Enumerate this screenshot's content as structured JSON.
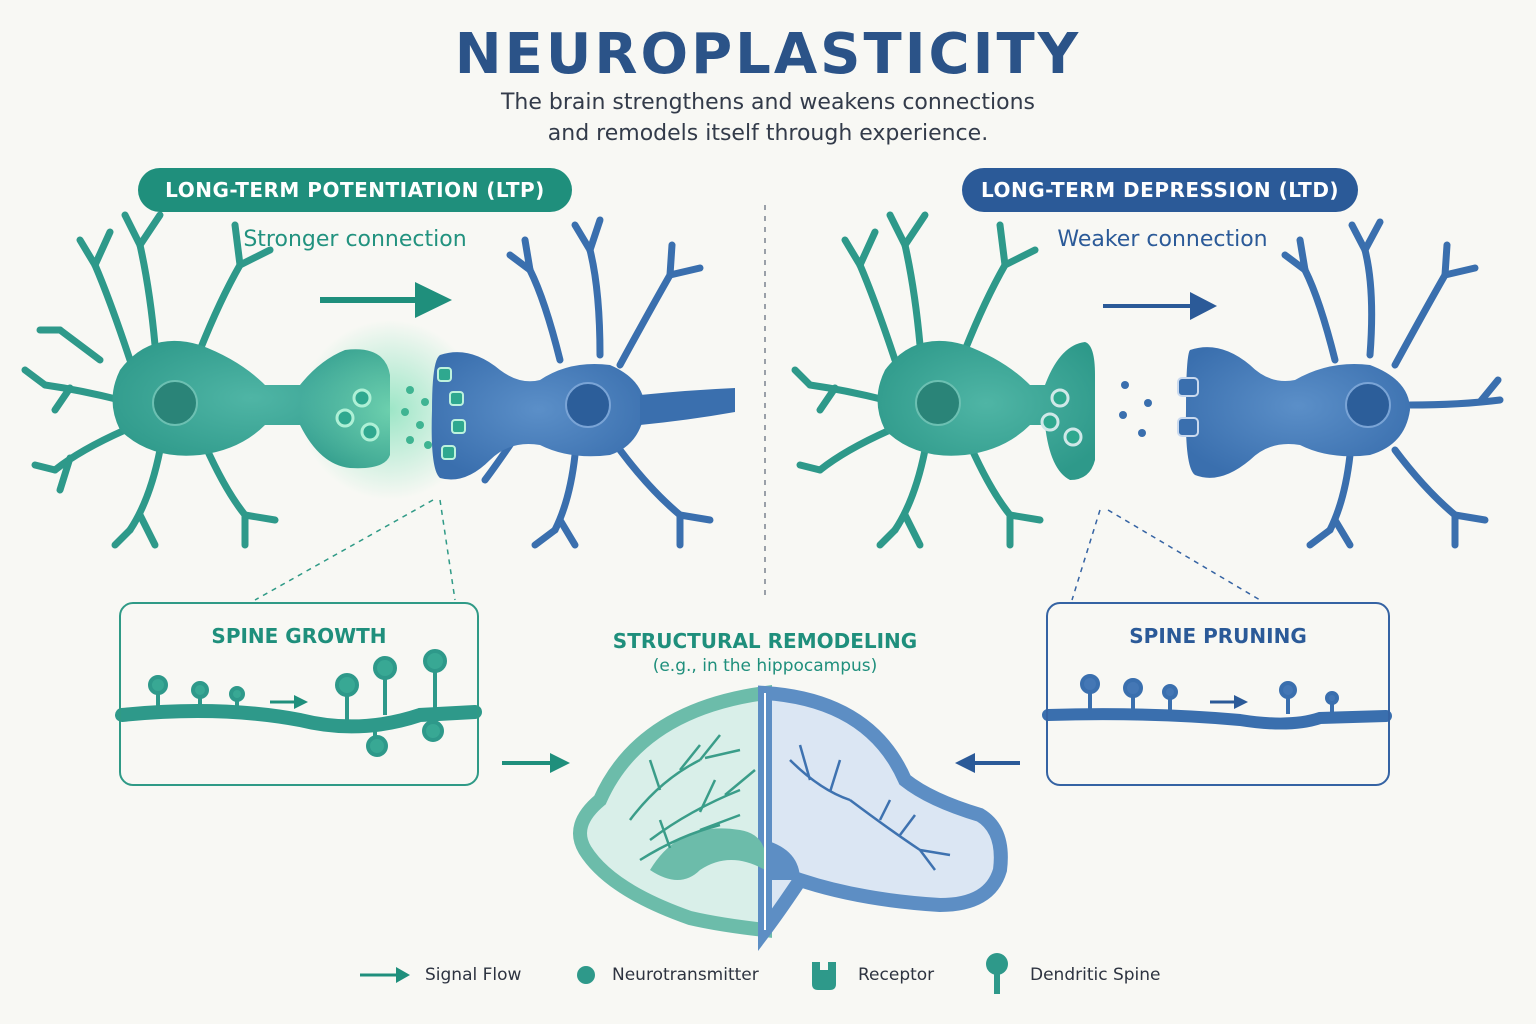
{
  "title": "NEUROPLASTICITY",
  "subtitle": {
    "line1": "The brain strengthens and weakens connections",
    "line2": "and remodels itself through experience."
  },
  "ltp": {
    "label": "LONG-TERM POTENTIATION (LTP)",
    "caption": "Stronger connection",
    "inset_title": "SPINE GROWTH",
    "color": "#1f8f7c"
  },
  "ltd": {
    "label": "LONG-TERM DEPRESSION (LTD)",
    "caption": "Weaker connection",
    "inset_title": "SPINE PRUNING",
    "color": "#2b5a98"
  },
  "remodeling": {
    "title": "STRUCTURAL REMODELING",
    "subtitle": "(e.g., in the hippocampus)"
  },
  "legend": [
    {
      "label": "Signal Flow",
      "icon": "arrow-icon"
    },
    {
      "label": "Neurotransmitter",
      "icon": "dot-icon"
    },
    {
      "label": "Receptor",
      "icon": "receptor-icon"
    },
    {
      "label": "Dendritic Spine",
      "icon": "spine-icon"
    }
  ]
}
